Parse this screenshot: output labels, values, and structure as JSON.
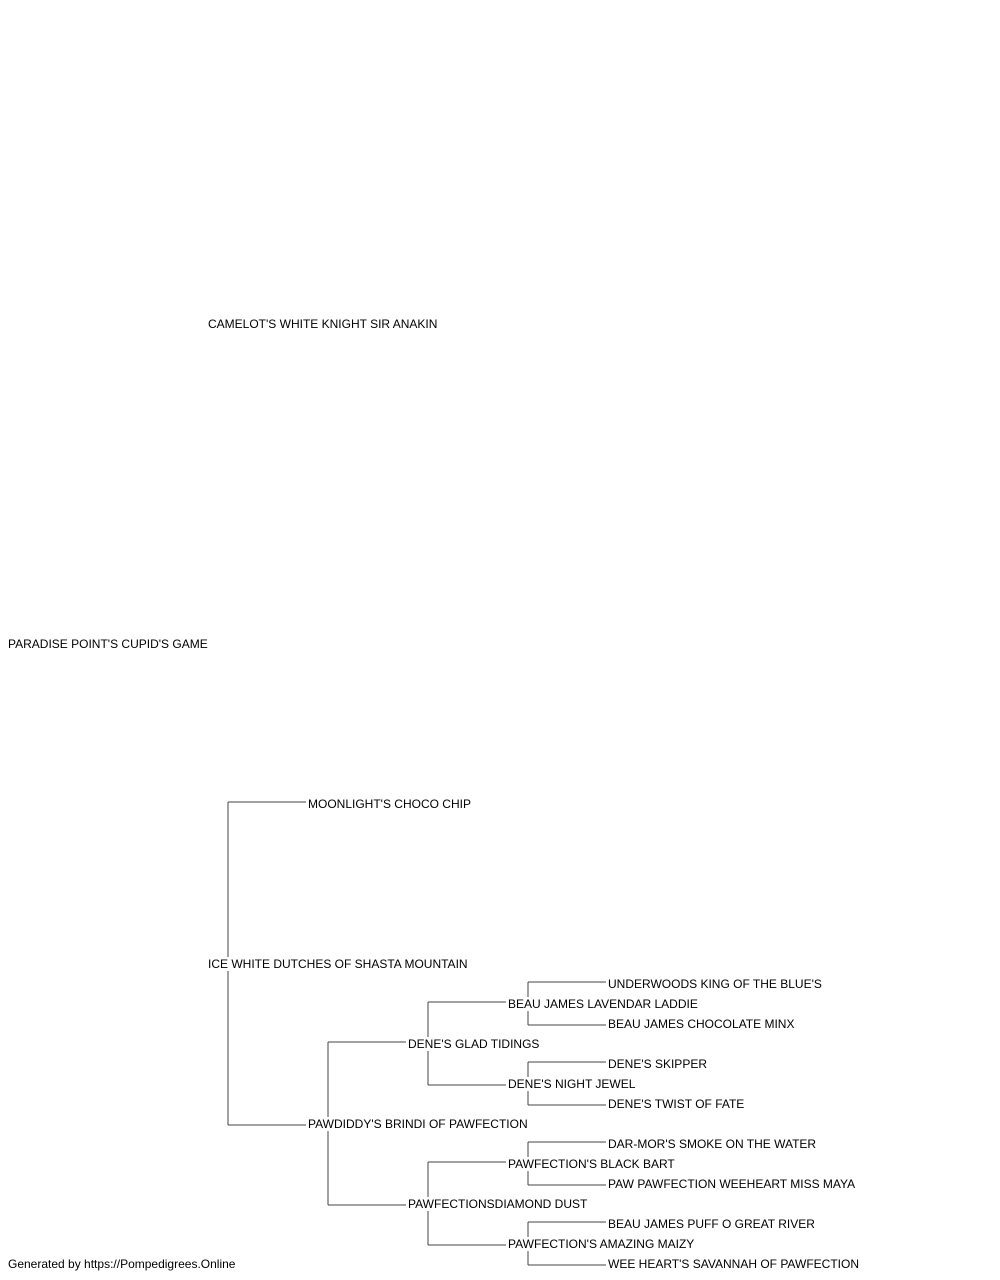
{
  "pedigree": {
    "subject": "PARADISE POINT'S CUPID'S GAME",
    "sire": "CAMELOT'S WHITE KNIGHT SIR ANAKIN",
    "dam": "ICE WHITE DUTCHES OF SHASTA MOUNTAIN",
    "dam_sire": "MOONLIGHT'S CHOCO CHIP",
    "dam_dam": "PAWDIDDY'S BRINDI OF PAWFECTION",
    "dam_dam_sire": "DENE'S GLAD TIDINGS",
    "dam_dam_dam": "PAWFECTIONSDIAMOND DUST",
    "ddss": "BEAU JAMES LAVENDAR LADDIE",
    "ddsd": "DENE'S NIGHT JEWEL",
    "ddds": "PAWFECTION'S BLACK BART",
    "dddd": "PAWFECTION'S AMAZING MAIZY",
    "ddsss": "UNDERWOODS KING OF THE BLUE'S",
    "ddssd": "BEAU JAMES CHOCOLATE MINX",
    "ddsds": "DENE'S SKIPPER",
    "ddsdd": "DENE'S TWIST OF FATE",
    "dddss": "DAR-MOR'S SMOKE ON THE WATER",
    "dddsd": "PAW PAWFECTION WEEHEART MISS MAYA",
    "dddds": "BEAU JAMES PUFF O GREAT RIVER",
    "ddddd": "WEE HEART'S SAVANNAH OF PAWFECTION"
  },
  "footer": {
    "text": "Generated by https://Pompedigrees.Online"
  },
  "colors": {
    "line": "#444444",
    "text": "#000000",
    "background": "#ffffff"
  }
}
